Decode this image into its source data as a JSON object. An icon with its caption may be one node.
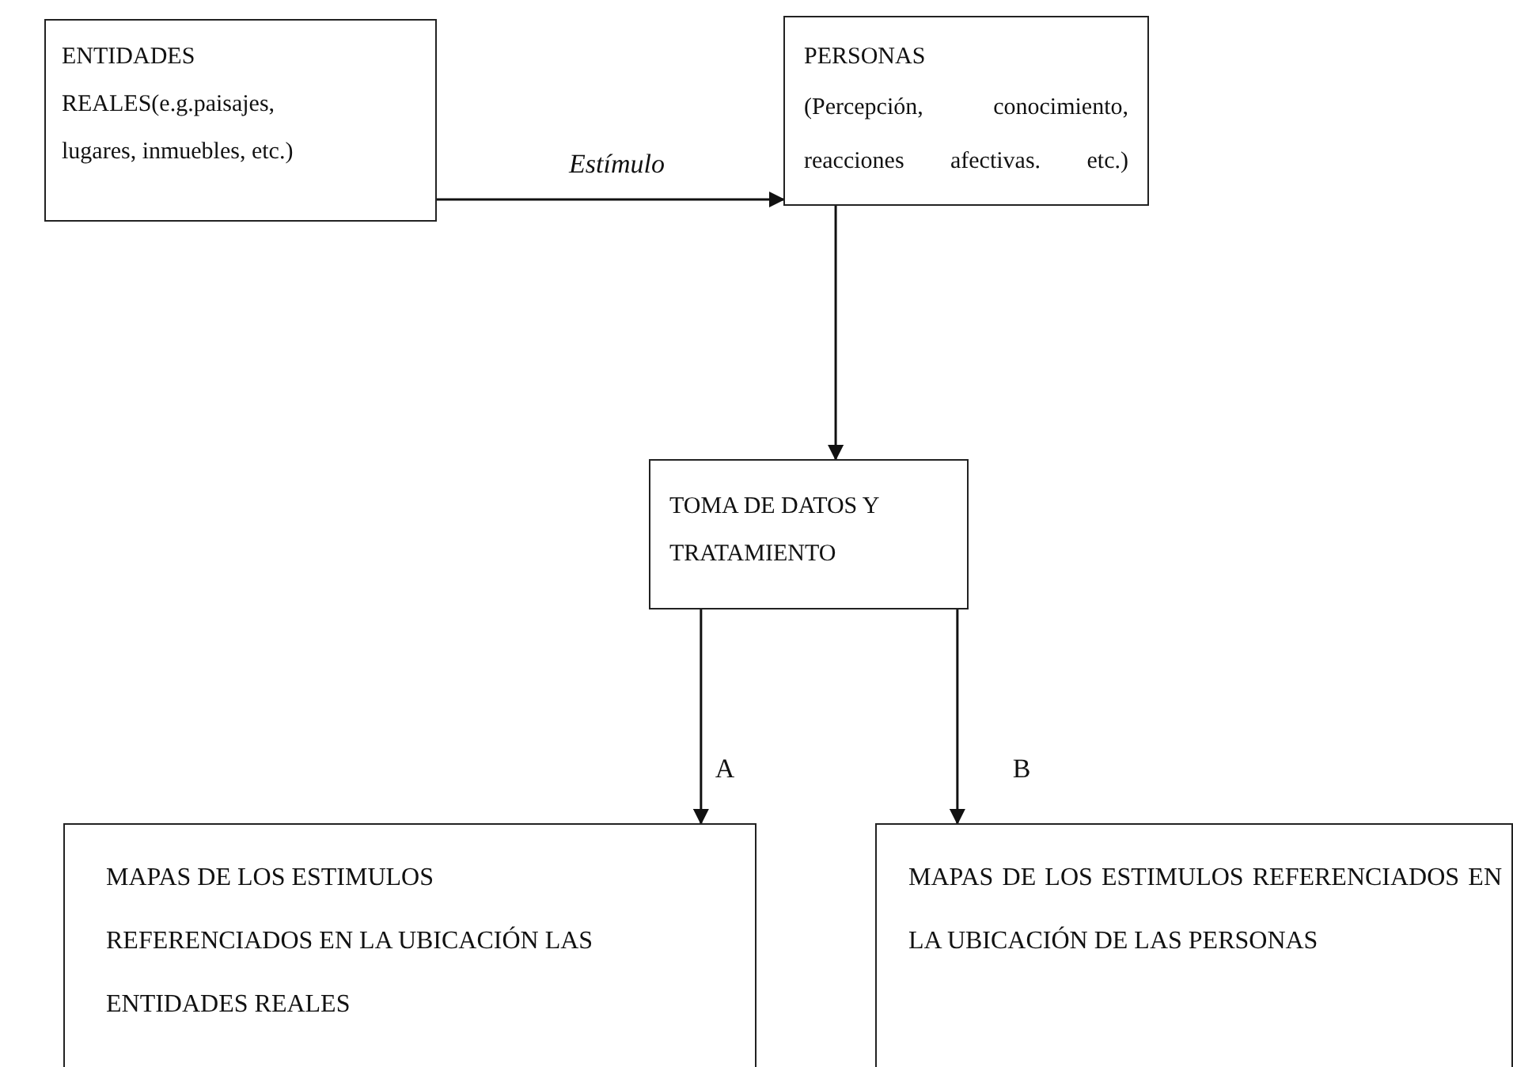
{
  "diagram": {
    "nodes": [
      {
        "text": [
          "ENTIDADES REALES(e.g.paisajes, lugares, inmuebles, etc.)"
        ]
      },
      {
        "text": [
          "PERSONAS",
          "(Percepción, conocimiento, reacciones afectivas. etc.)"
        ]
      },
      {
        "text": [
          "TOMA DE DATOS Y TRATAMIENTO"
        ]
      },
      {
        "text": [
          "MAPAS DE LOS ESTIMULOS REFERENCIADOS EN LA UBICACIÓN LAS ENTIDADES REALES"
        ]
      },
      {
        "text": [
          "MAPAS DE LOS ESTIMULOS REFERENCIADOS EN LA UBICACIÓN DE LAS PERSONAS"
        ]
      }
    ],
    "edges": [
      {
        "from": 0,
        "to": 1,
        "arrow": "to",
        "label": "Estímulo"
      },
      {
        "from": 1,
        "to": 2,
        "arrow": "to"
      },
      {
        "from": 2,
        "to": 3,
        "arrow": "to",
        "label": "A"
      },
      {
        "from": 2,
        "to": 4,
        "arrow": "to",
        "label": "B"
      }
    ]
  }
}
